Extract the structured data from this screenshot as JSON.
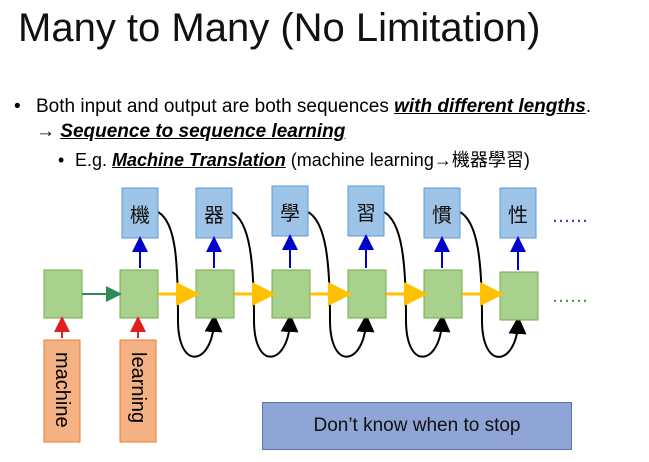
{
  "slide": {
    "title": "Many to Many (No Limitation)",
    "bullet": {
      "part1": "Both input and output are both sequences ",
      "part2": "with different lengths",
      "part3": ". → ",
      "part4": "Sequence to sequence learning"
    },
    "sub_bullet": {
      "part1": "E.g. ",
      "part2": "Machine Translation",
      "part3": " (machine learning→機器學習)"
    },
    "output_chars": [
      "機",
      "器",
      "學",
      "習",
      "慣",
      "性"
    ],
    "input_words": [
      "machine",
      "learning"
    ],
    "ellipsis_top": "……",
    "ellipsis_mid": "……",
    "stop_label": "Don’t know when to stop"
  },
  "colors": {
    "green_box": "#a9d18e",
    "green_border": "#70ad47",
    "blue_box": "#9dc3e6",
    "blue_border": "#5b9bd5",
    "orange_box": "#f4b183",
    "orange_border": "#ed7d31",
    "yellow_arrow": "#ffc000",
    "blue_arrow": "#0000cc",
    "red_arrow": "#e02020",
    "stop_box": "#8fa5d6"
  }
}
